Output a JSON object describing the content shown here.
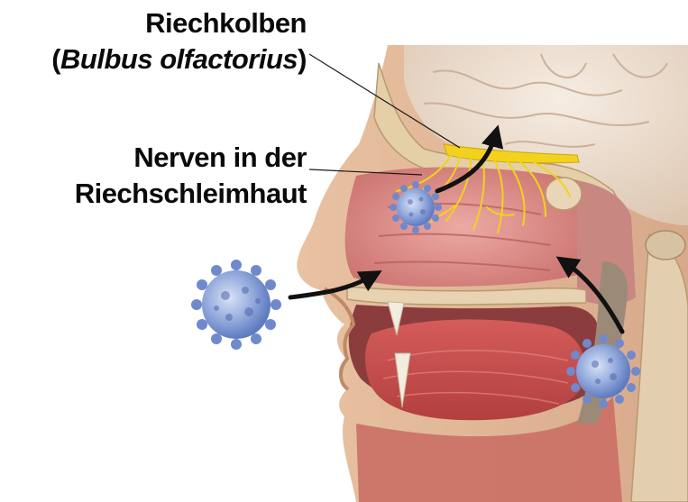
{
  "labels": {
    "bulb_name": "Riechkolben",
    "bulb_latin_open": "(",
    "bulb_latin": "Bulbus olfactorius",
    "bulb_latin_close": ")",
    "nerves_line1": "Nerven in der",
    "nerves_line2": "Riechschleimhaut"
  },
  "colors": {
    "label_text": "#0a0a0a",
    "leader_line": "#1a1a1a",
    "arrow": "#111111",
    "virus": "#7f9ad6",
    "nerve": "#f2d21c",
    "nasal_mucosa": "#d97b7b",
    "skin": "#e9c9a8",
    "brain": "#efe0cf"
  },
  "icons": [
    "virus-particle-icon",
    "airflow-arrow-icon"
  ]
}
